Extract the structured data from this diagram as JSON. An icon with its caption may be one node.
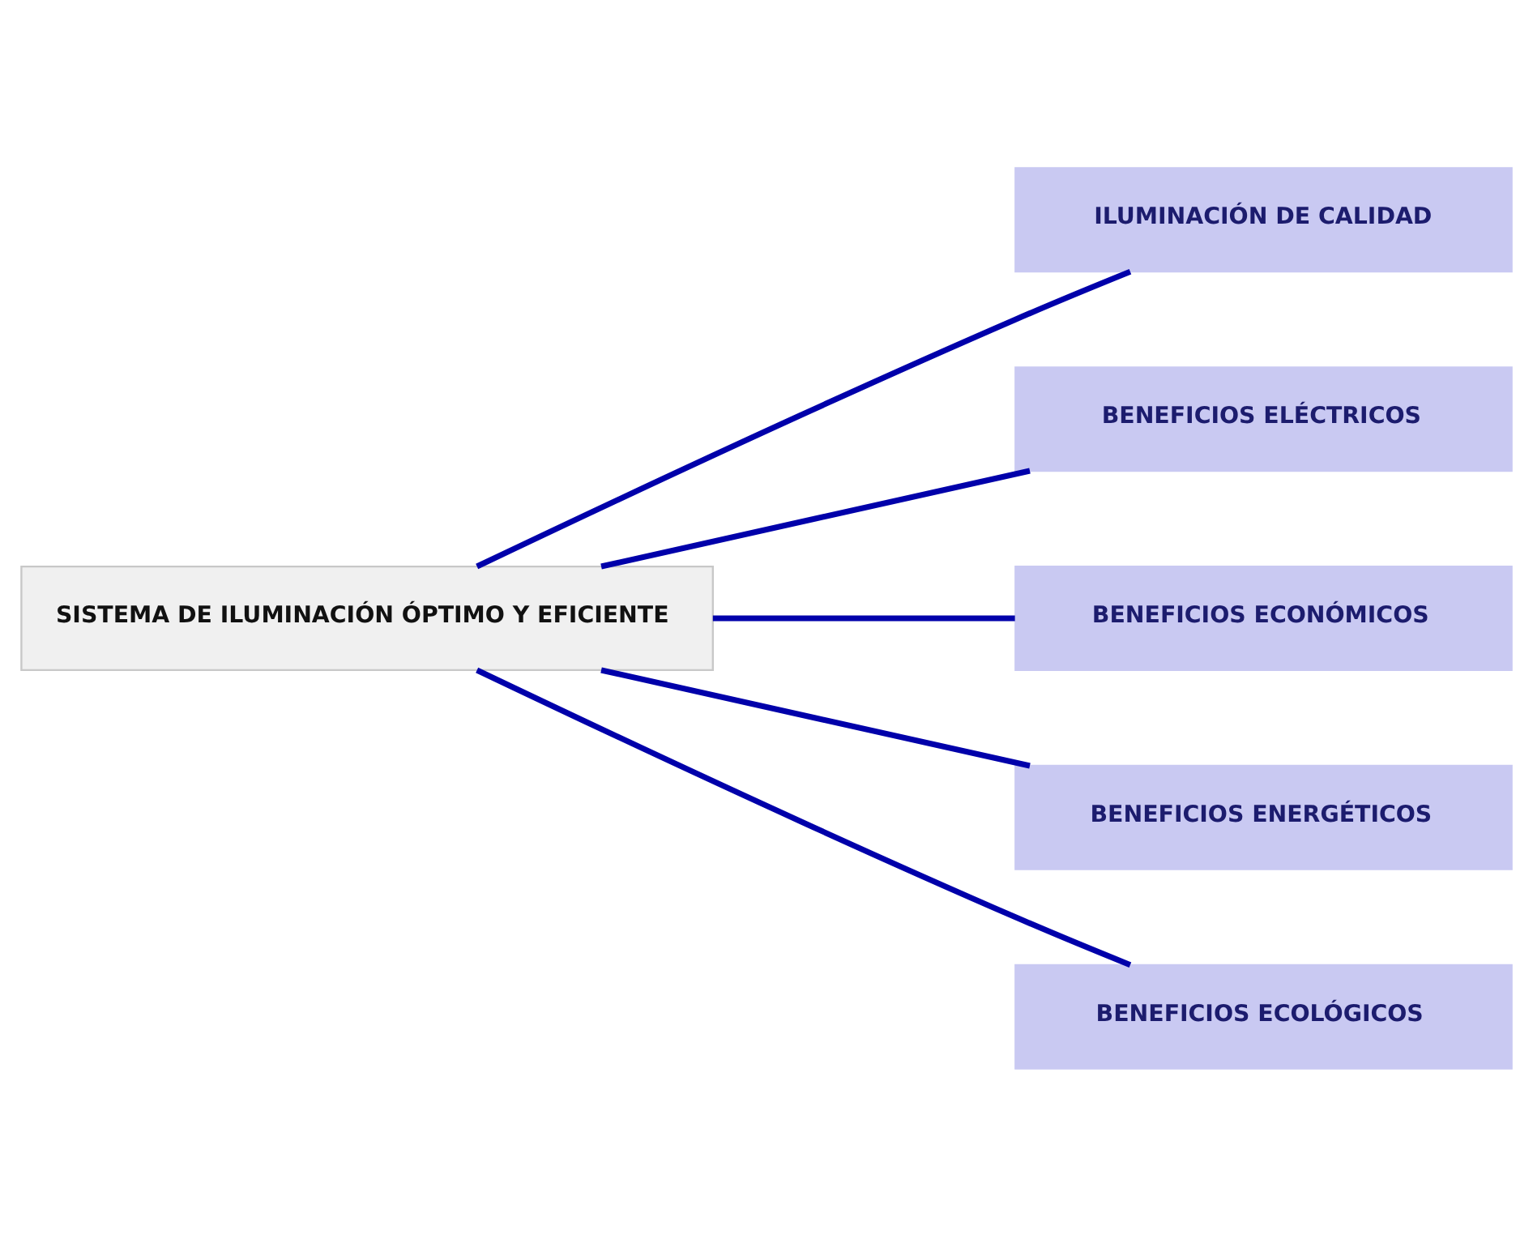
{
  "diagram": {
    "nodes": [
      {
        "text": [
          "SISTEMA DE ILUMINACIÓN ÓPTIMO Y EFICIENTE"
        ]
      },
      {
        "text": [
          "ILUMINACIÓN DE CALIDAD"
        ]
      },
      {
        "text": [
          "BENEFICIOS ELÉCTRICOS"
        ]
      },
      {
        "text": [
          "BENEFICIOS ECONÓMICOS"
        ]
      },
      {
        "text": [
          "BENEFICIOS ENERGÉTICOS"
        ]
      },
      {
        "text": [
          "BENEFICIOS ECOLÓGICOS"
        ]
      }
    ],
    "edges": [
      {
        "from": 0,
        "to": 1,
        "arrow": "none"
      },
      {
        "from": 0,
        "to": 2,
        "arrow": "none"
      },
      {
        "from": 0,
        "to": 3,
        "arrow": "none"
      },
      {
        "from": 0,
        "to": 4,
        "arrow": "none"
      },
      {
        "from": 0,
        "to": 5,
        "arrow": "none"
      }
    ]
  }
}
